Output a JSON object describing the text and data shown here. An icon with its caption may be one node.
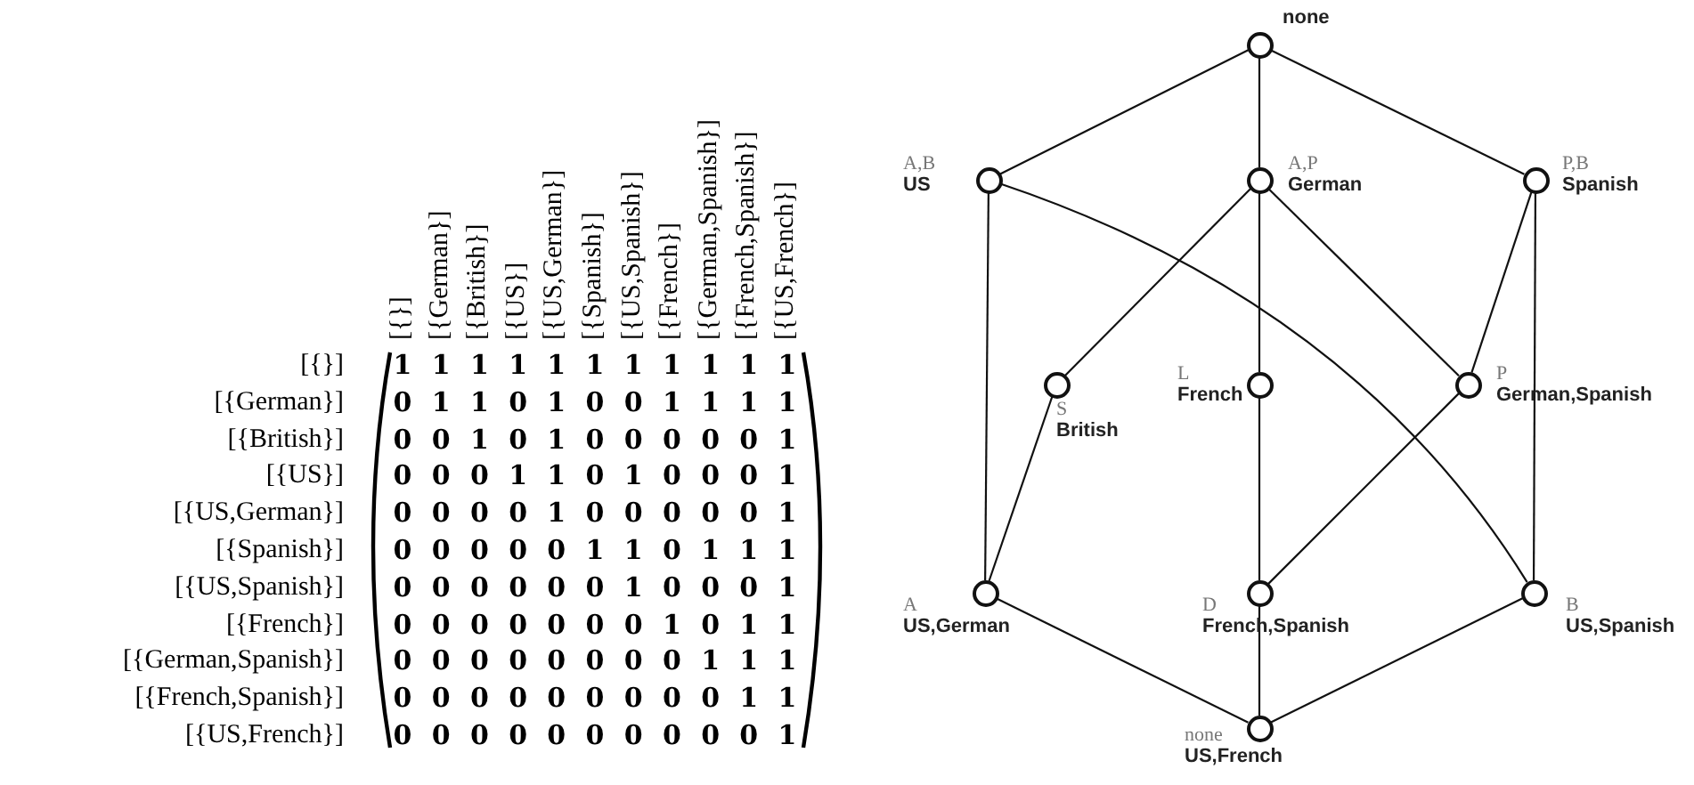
{
  "diagram": {
    "nodes": [
      {
        "text": [
          "none"
        ]
      },
      {
        "text": [
          "A,B",
          "US"
        ]
      },
      {
        "text": [
          "A,P",
          "German"
        ]
      },
      {
        "text": [
          "P,B",
          "Spanish"
        ]
      },
      {
        "text": [
          "S",
          "British"
        ]
      },
      {
        "text": [
          "L",
          "French"
        ]
      },
      {
        "text": [
          "P",
          "German,Spanish"
        ]
      },
      {
        "text": [
          "A",
          "US,German"
        ]
      },
      {
        "text": [
          "D",
          "French,Spanish"
        ]
      },
      {
        "text": [
          "B",
          "US,Spanish"
        ]
      },
      {
        "text": [
          "none",
          "US,French"
        ]
      }
    ],
    "edges": [
      {
        "from": 0,
        "to": 1,
        "arrow": "none"
      },
      {
        "from": 0,
        "to": 2,
        "arrow": "none"
      },
      {
        "from": 0,
        "to": 3,
        "arrow": "none"
      },
      {
        "from": 1,
        "to": 7,
        "arrow": "none"
      },
      {
        "from": 1,
        "to": 9,
        "arrow": "none"
      },
      {
        "from": 2,
        "to": 4,
        "arrow": "none"
      },
      {
        "from": 2,
        "to": 5,
        "arrow": "none"
      },
      {
        "from": 2,
        "to": 6,
        "arrow": "none"
      },
      {
        "from": 3,
        "to": 6,
        "arrow": "none"
      },
      {
        "from": 3,
        "to": 9,
        "arrow": "none"
      },
      {
        "from": 4,
        "to": 7,
        "arrow": "none"
      },
      {
        "from": 5,
        "to": 8,
        "arrow": "none"
      },
      {
        "from": 6,
        "to": 8,
        "arrow": "none"
      },
      {
        "from": 7,
        "to": 10,
        "arrow": "none"
      },
      {
        "from": 8,
        "to": 10,
        "arrow": "none"
      },
      {
        "from": 9,
        "to": 10,
        "arrow": "none"
      }
    ],
    "labels": [
      "[{}]",
      "[{German}]",
      "[{British}]",
      "[{US}]",
      "[{US,German}]",
      "[{Spanish}]",
      "[{US,Spanish}]",
      "[{French}]",
      "[{German,Spanish}]",
      "[{French,Spanish}]",
      "[{US,French}]",
      "[{}]",
      "1",
      "1",
      "1",
      "1",
      "1",
      "1",
      "1",
      "1",
      "1",
      "1",
      "1",
      "[{German}]",
      "0",
      "1",
      "1",
      "0",
      "1",
      "0",
      "0",
      "1",
      "1",
      "1",
      "1",
      "[{British}]",
      "0",
      "0",
      "1",
      "0",
      "1",
      "0",
      "0",
      "0",
      "0",
      "0",
      "1",
      "[{US}]",
      "0",
      "0",
      "0",
      "1",
      "1",
      "0",
      "1",
      "0",
      "0",
      "0",
      "1",
      "[{US,German}]",
      "0",
      "0",
      "0",
      "0",
      "1",
      "0",
      "0",
      "0",
      "0",
      "0",
      "1",
      "[{Spanish}]",
      "0",
      "0",
      "0",
      "0",
      "0",
      "1",
      "1",
      "0",
      "1",
      "1",
      "1",
      "[{US,Spanish}]",
      "0",
      "0",
      "0",
      "0",
      "0",
      "0",
      "1",
      "0",
      "0",
      "0",
      "1",
      "[{French}]",
      "0",
      "0",
      "0",
      "0",
      "0",
      "0",
      "0",
      "1",
      "0",
      "1",
      "1",
      "[{German,Spanish}]",
      "0",
      "0",
      "0",
      "0",
      "0",
      "0",
      "0",
      "0",
      "1",
      "1",
      "1",
      "[{French,Spanish}]",
      "0",
      "0",
      "0",
      "0",
      "0",
      "0",
      "0",
      "0",
      "0",
      "1",
      "1",
      "[{US,French}]",
      "0",
      "0",
      "0",
      "0",
      "0",
      "0",
      "0",
      "0",
      "0",
      "0",
      "1"
    ]
  }
}
